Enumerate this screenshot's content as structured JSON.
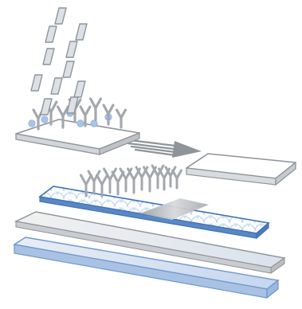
{
  "figure": {
    "kind": "schematic illustration",
    "components": [
      "falling-particles",
      "conjugate-pad",
      "flow-arrow",
      "absorbent-pad",
      "nitrocellulose-membrane",
      "test-line",
      "capture-antibodies",
      "backing-card",
      "base-layer"
    ],
    "particle_count": 11,
    "conjugate_antibody_count": 8,
    "conjugate_bead_count": 6,
    "capture_antibody_count": 13
  },
  "colors": {
    "particle_fill": "#dde1e6",
    "particle_stroke": "#8c949c",
    "antibody": "#a3a8ad",
    "bead": "#a9c4e6",
    "pad_top": "#ffffff",
    "pad_stroke": "#8e9399",
    "pad_edge": "#cfd2d6",
    "membrane_edge": "#3f72b5",
    "membrane_texture": "#b8cde8",
    "test_line": "#aeb1b5",
    "backing_gradient_end": "#d8e2ee",
    "base_blue": "#c5d6ee",
    "base_edge": "#6f97cf"
  }
}
